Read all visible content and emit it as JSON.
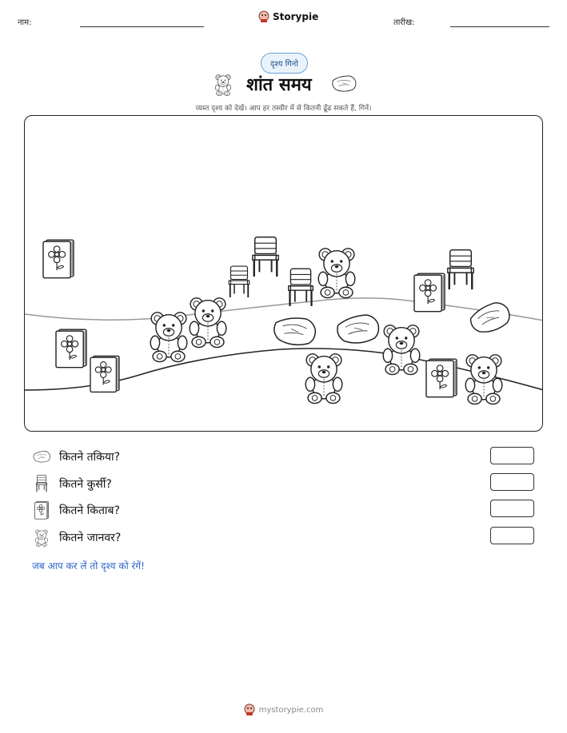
{
  "header": {
    "name_label": "नाम:",
    "brand": "Storypie",
    "date_label": "तारीख:"
  },
  "worksheet": {
    "tag": "दृश्य गिनो",
    "title": "शांत समय",
    "instructions": "व्यस्त दृश्य को देखें। आप हर तस्वीर में से कितनी ढूँढ सकते हैं, गिनें।"
  },
  "questions": [
    {
      "icon": "pillow-icon",
      "label": "कितने तकिया?"
    },
    {
      "icon": "chair-icon",
      "label": "कितने कुर्सी?"
    },
    {
      "icon": "book-icon",
      "label": "कितने किताब?"
    },
    {
      "icon": "teddy-bear-icon",
      "label": "कितने जानवर?"
    }
  ],
  "color_note": "जब आप कर लें तो दृश्य को रंगें!",
  "footer": {
    "site": "mystorypie.com"
  },
  "colors": {
    "accent": "#2b63c8",
    "pill_bg": "#eaf3fb",
    "pill_border": "#6aa3d6"
  }
}
